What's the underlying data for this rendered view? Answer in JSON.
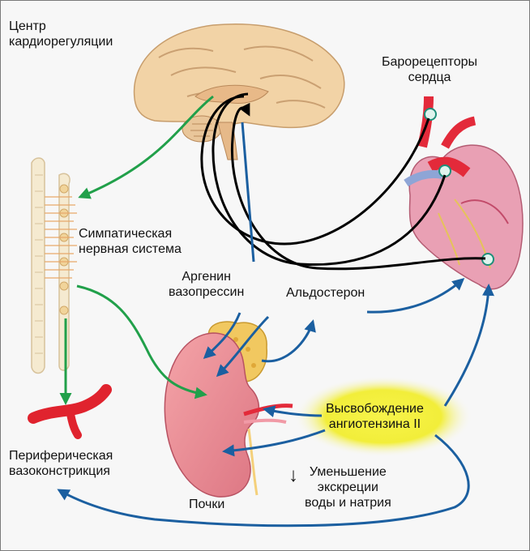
{
  "labels": {
    "center_line1": "Центр",
    "center_line2": "кардиорегуляции",
    "baro_line1": "Барорецепторы",
    "baro_line2": "сердца",
    "symp_line1": "Симпатическая",
    "symp_line2": "нервная система",
    "avp_line1": "Аргенин",
    "avp_line2": "вазопрессин",
    "aldosterone": "Альдостерон",
    "angio_line1": "Высвобождение",
    "angio_line2": "ангиотензина II",
    "periph_line1": "Периферическая",
    "periph_line2": "вазоконстрикция",
    "kidneys": "Почки",
    "excr_arrow": "↓",
    "excr_line1": "Уменьшение",
    "excr_line2": "экскреции",
    "excr_line3": "воды и натрия"
  },
  "colors": {
    "neural_arrow": "#21a04a",
    "hormonal_arrow": "#1b5fa0",
    "baroreceptor_path": "#000000",
    "angiotensin_glow": "#f2ee3a"
  },
  "icons": [
    "brain-icon",
    "spinal-cord-icon",
    "sympathetic-chain-icon",
    "heart-icon",
    "kidney-icon",
    "adrenal-gland-icon",
    "blood-vessel-icon",
    "baroreceptor-icon"
  ]
}
